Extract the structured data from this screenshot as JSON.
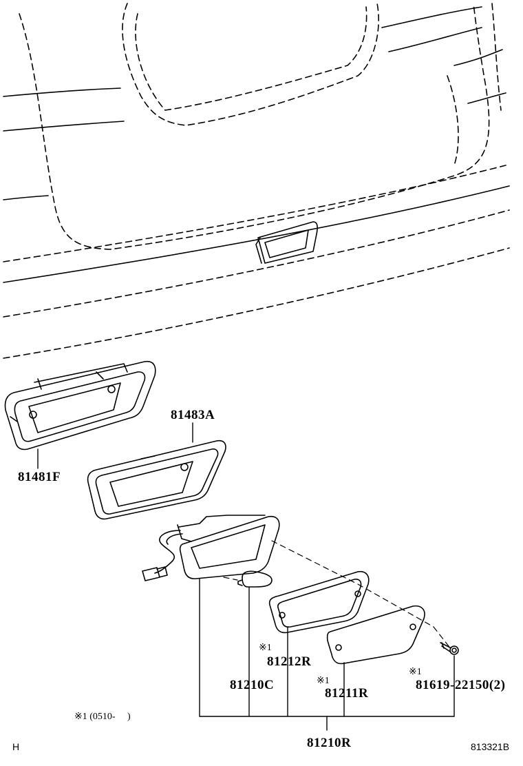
{
  "labels": {
    "p81483A": "81483A",
    "p81481F": "81481F",
    "p81212R": "81212R",
    "p81210C": "81210C",
    "p81211R": "81211R",
    "p81619": "81619-22150(2)",
    "p81210R": "81210R"
  },
  "marks": {
    "note1": "※1",
    "note2": "※1",
    "note3": "※1"
  },
  "footnote": "※1 (0510-     )",
  "corner_left": "H",
  "figure_code": "813321B"
}
